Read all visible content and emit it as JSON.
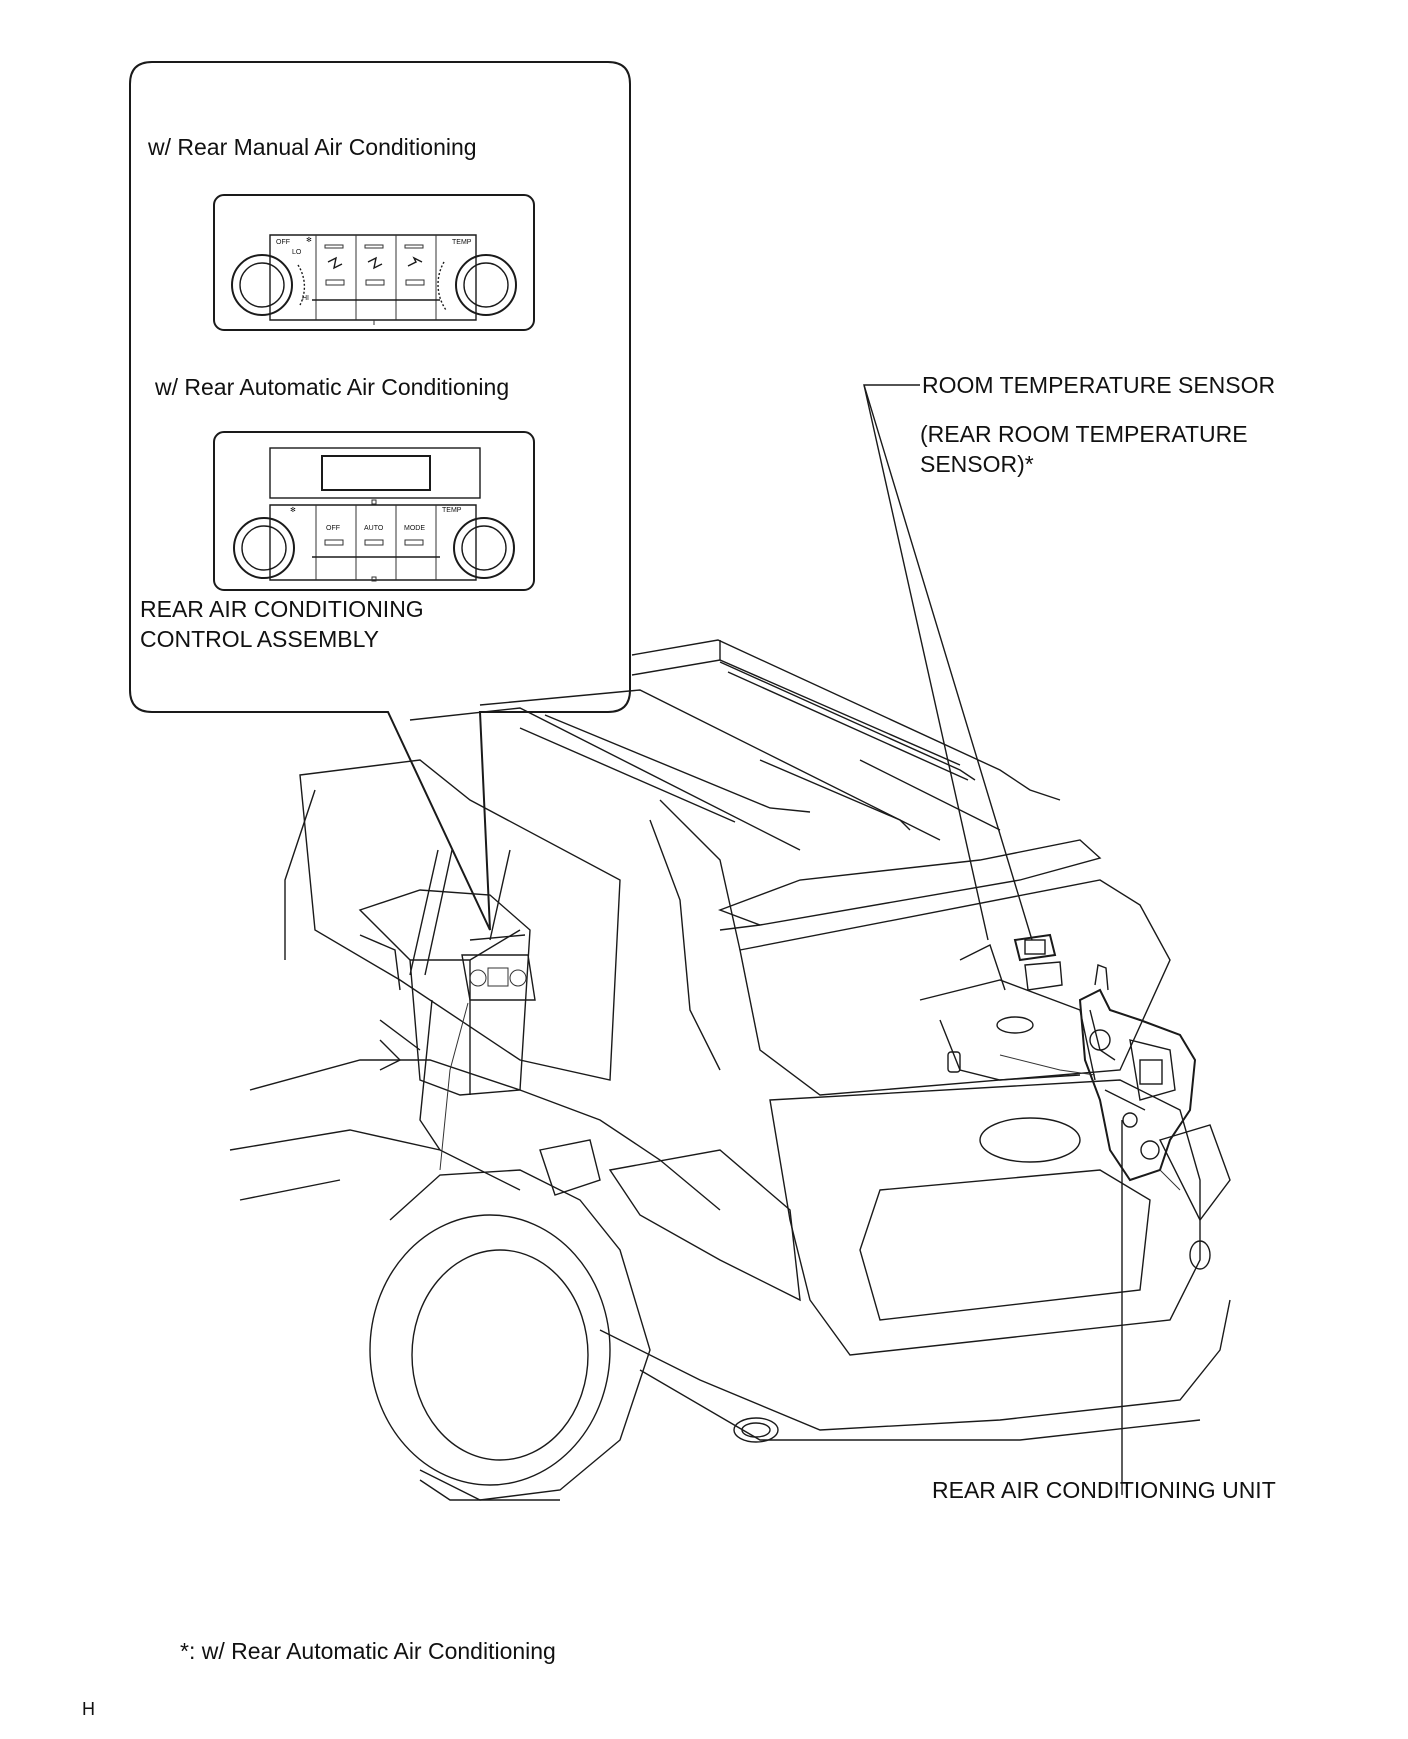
{
  "callout": {
    "manual_title": "w/ Rear Manual Air Conditioning",
    "auto_title": "w/ Rear Automatic Air Conditioning",
    "assembly_label_line1": "REAR AIR CONDITIONING",
    "assembly_label_line2": "CONTROL ASSEMBLY"
  },
  "manual_panel": {
    "off": "OFF",
    "lo": "LO",
    "hi": "HI",
    "temp": "TEMP"
  },
  "auto_panel": {
    "off": "OFF",
    "auto": "AUTO",
    "mode": "MODE",
    "temp": "TEMP"
  },
  "labels": {
    "sensor_line1": "ROOM TEMPERATURE SENSOR",
    "sensor_line2": "(REAR ROOM TEMPERATURE",
    "sensor_line3": "SENSOR)*",
    "unit": "REAR AIR CONDITIONING UNIT",
    "footnote": "*: w/ Rear Automatic Air Conditioning",
    "corner_mark": "H"
  },
  "colors": {
    "line": "#1a1a1a",
    "panel_fill": "#f4f4f4",
    "background": "#ffffff"
  }
}
